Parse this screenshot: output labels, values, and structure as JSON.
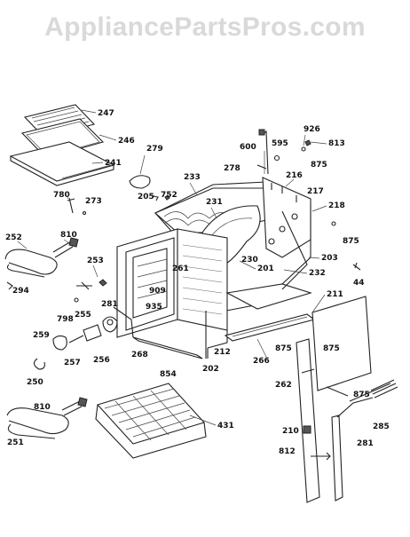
{
  "watermark": "AppliancePartsPros.com",
  "callouts": [
    "247",
    "246",
    "241",
    "279",
    "780",
    "273",
    "205",
    "752",
    "233",
    "231",
    "252",
    "810",
    "253",
    "294",
    "798",
    "281",
    "261",
    "909",
    "935",
    "255",
    "259",
    "257",
    "256",
    "268",
    "854",
    "202",
    "212",
    "266",
    "250",
    "431",
    "810",
    "251",
    "600",
    "595",
    "926",
    "813",
    "278",
    "875",
    "216",
    "217",
    "218",
    "875",
    "230",
    "201",
    "203",
    "232",
    "44",
    "211",
    "875",
    "875",
    "262",
    "875",
    "210",
    "281",
    "285",
    "812"
  ]
}
